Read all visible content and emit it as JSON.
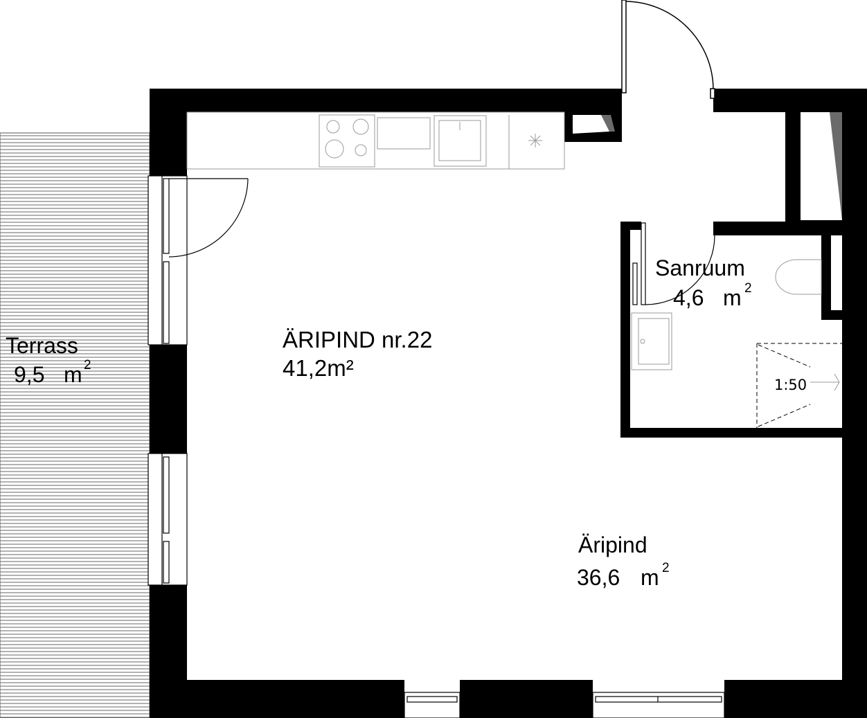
{
  "rooms": {
    "unit": {
      "title": "ÄRIPIND nr.22",
      "area": "41,2m²"
    },
    "terrace": {
      "name": "Terrass",
      "area_value": "9,5",
      "area_unit": "m",
      "area_exp": "2"
    },
    "bathroom": {
      "name": "Sanruum",
      "area_value": "4,6",
      "area_unit": "m",
      "area_exp": "2"
    },
    "business": {
      "name": "Äripind",
      "area_value": "36,6",
      "area_unit": "m",
      "area_exp": "2"
    }
  },
  "scale": "1:50",
  "colors": {
    "wall": "#000000",
    "shaft": "#6b6b6b",
    "furniture": "#9a9a9a",
    "terrace": "#555555"
  }
}
